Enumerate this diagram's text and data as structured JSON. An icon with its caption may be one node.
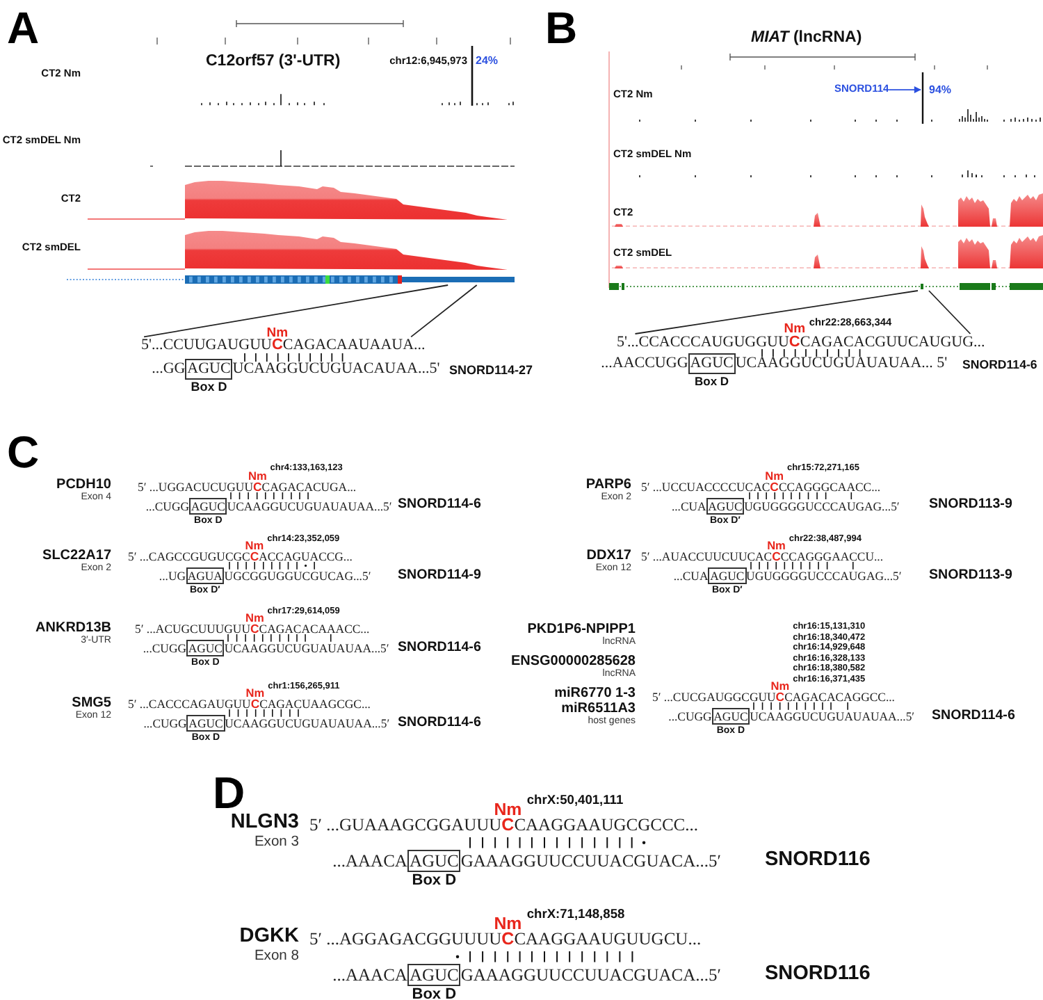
{
  "diagram": {
    "nodes": [
      {
        "text": [],
        "shape": "bar"
      },
      {
        "text": [
          "5'...CCUUGAUGUU**C**CAGACAAUAAUA..."
        ]
      },
      {
        "text": [
          "AGUC"
        ],
        "beside": [
          "Box D"
        ]
      },
      {
        "text": [
          "SNORD114"
        ]
      },
      {
        "text": [],
        "shape": "line"
      },
      {
        "text": [],
        "shape": "bar"
      },
      {
        "text": [
          "5'...CCACCCAUGUGGUU**C**CAGACACGUUCAUGUG..."
        ]
      },
      {
        "text": [
          "AGUC"
        ],
        "beside": [
          "Box D"
        ]
      },
      {
        "text": [
          "AGUC"
        ],
        "beside": [
          "Box D"
        ]
      },
      {
        "text": [
          "AGUA"
        ],
        "beside": [
          "Box D′"
        ]
      },
      {
        "text": [
          "AGUC"
        ],
        "beside": [
          "Box D"
        ]
      },
      {
        "text": [
          "AGUC"
        ],
        "beside": [
          "Box D"
        ]
      },
      {
        "text": [
          "AGUC"
        ],
        "beside": [
          "Box D′"
        ]
      },
      {
        "text": [
          "AGUC"
        ],
        "beside": [
          "Box D′"
        ]
      },
      {
        "text": [
          "AGUC"
        ],
        "beside": [
          "Box D"
        ]
      },
      {
        "text": [
          "AGUC"
        ],
        "beside": [
          "Box D"
        ]
      },
      {
        "text": [
          "AGUC"
        ],
        "beside": [
          "Box D"
        ]
      }
    ],
    "edges": [
      {
        "from": 0,
        "to": 1,
        "arrow": "none"
      },
      {
        "from": 0,
        "to": 1,
        "arrow": "none"
      },
      {
        "from": 3,
        "to": 4,
        "arrow": "to",
        "color": "#2b50e0"
      },
      {
        "from": 5,
        "to": 6,
        "arrow": "none"
      },
      {
        "from": 5,
        "to": 6,
        "arrow": "none"
      }
    ],
    "labels": [
      "A",
      "C12orf57 (3'-UTR)",
      "CT2 Nm",
      "chr12:6,945,973",
      "24%",
      "CT2 smDEL Nm",
      "CT2",
      "CT2 smDEL",
      "Nm",
      "...GG",
      "UCAAGGUCUGUACAUAA...5'",
      "SNORD114-27",
      "B",
      "*MIAT* (lncRNA)",
      "CT2 Nm",
      "94%",
      "CT2 smDEL Nm",
      "CT2",
      "CT2 smDEL",
      "Nm",
      "chr22:28,663,344",
      "...AACCUGG",
      "UCAAGGUCUGUAUAUAA... 5'",
      "SNORD114-6",
      "C",
      "PCDH10",
      "Exon 4",
      "Nm",
      "chr4:133,163,123",
      "5′ ...UGGACUCUGUU**C**CAGACACUGA...",
      "...CUGG",
      "UCAAGGUCUGUAUAUAA...5′",
      "SNORD114-6",
      "SLC22A17",
      "Exon 2",
      "Nm",
      "chr14:23,352,059",
      "5′ ...CAGCCGUGUCGC**C**ACCAGUACCG...",
      "...UG",
      "UGCGGUGGUCGUCAG...5′",
      "SNORD114-9",
      "ANKRD13B",
      "3′-UTR",
      "Nm",
      "chr17:29,614,059",
      "5′ ...ACUGCUUUGUU**C**CAGACACAAACC...",
      "...CUGG",
      "UCAAGGUCUGUAUAUAA...5′",
      "SNORD114-6",
      "SMG5",
      "Exon 12",
      "Nm",
      "chr1:156,265,911",
      "5′ ...CACCCAGAUGUU**C**CAGACUAAGCGC...",
      "...CUGG",
      "UCAAGGUCUGUAUAUAA...5′",
      "SNORD114-6",
      "PARP6",
      "Exon 2",
      "Nm",
      "chr15:72,271,165",
      "5′ ...UCCUACCCCUCAC**C**CCAGGGCAACC...",
      "...CUA",
      "UGUGGGGUCCCAUGAG...5′",
      "SNORD113-9",
      "DDX17",
      "Exon 12",
      "Nm",
      "chr22:38,487,994",
      "5′ ...AUACCUUCUUCAC**C**CCAGGGAACCU...",
      "...CUA",
      "UGUGGGGUCCCAUGAG...5′",
      "SNORD113-9",
      "PKD1P6-NPIPP1",
      "lncRNA",
      "ENSG00000285628",
      "lncRNA",
      "miR6770 1-3",
      "miR6511A3",
      "host genes",
      "Nm",
      "chr16:15,131,310",
      "chr16:18,340,472",
      "chr16:14,929,648",
      "chr16:16,328,133",
      "chr16:18,380,582",
      "chr16:16,371,435",
      "5′ ...CUCGAUGGCGUU**C**CAGACACAGGCC...",
      "...CUGG",
      "UCAAGGUCUGUAUAUAA...5′",
      "SNORD114-6",
      "D",
      "NLGN3",
      "Exon 3",
      "Nm",
      "chrX:50,401,111",
      "5′ ...GUAAAGCGGAUUU**C**CAAGGAAUGCGCCC...",
      "...AAACA",
      "GAAAGGUUCCUUACGUACA...5′",
      "SNORD116",
      "DGKK",
      "Exon 8",
      "Nm",
      "chrX:71,148,858",
      "5′ ...AGGAGACGGUUUU**C**CAAGGAAUGUUGCU...",
      "...AAACA",
      "GAAAGGUUCCUUACGUACA...5′",
      "SNORD116"
    ]
  }
}
